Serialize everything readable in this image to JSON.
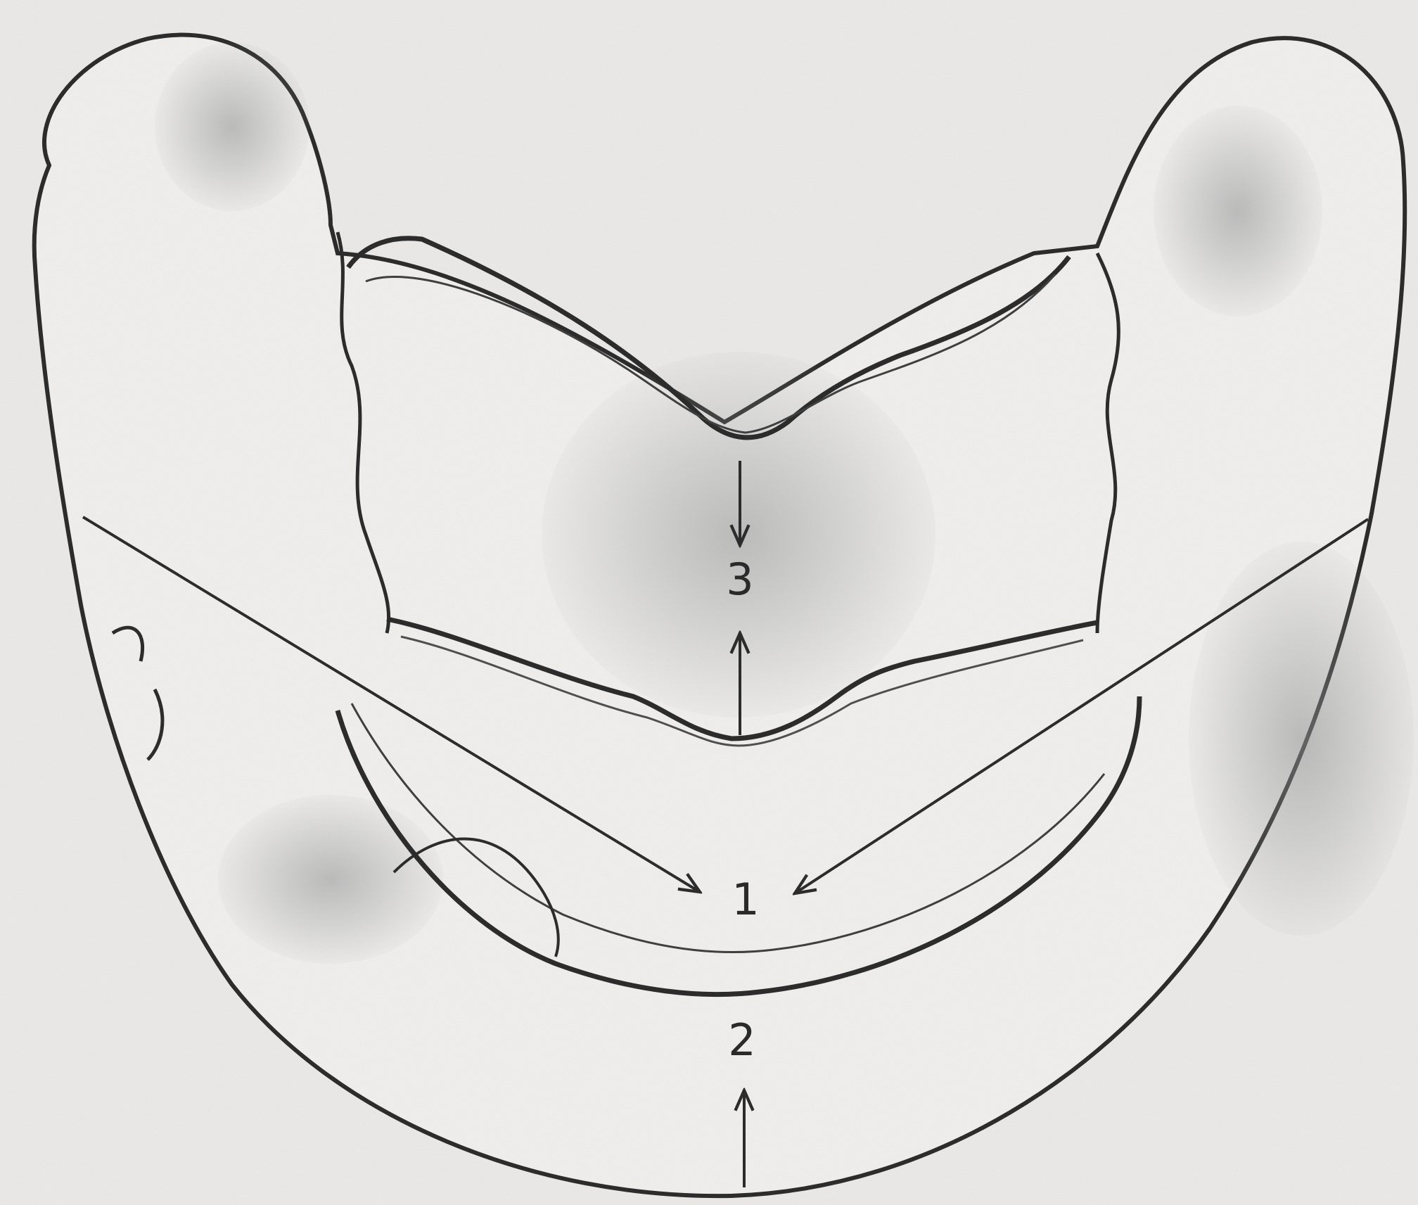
{
  "labels": {
    "one": "1",
    "two": "2",
    "three": "3"
  },
  "colors": {
    "background": "#ecebea",
    "ink": "#1e1e1e",
    "shading": "#8d8d8d"
  }
}
